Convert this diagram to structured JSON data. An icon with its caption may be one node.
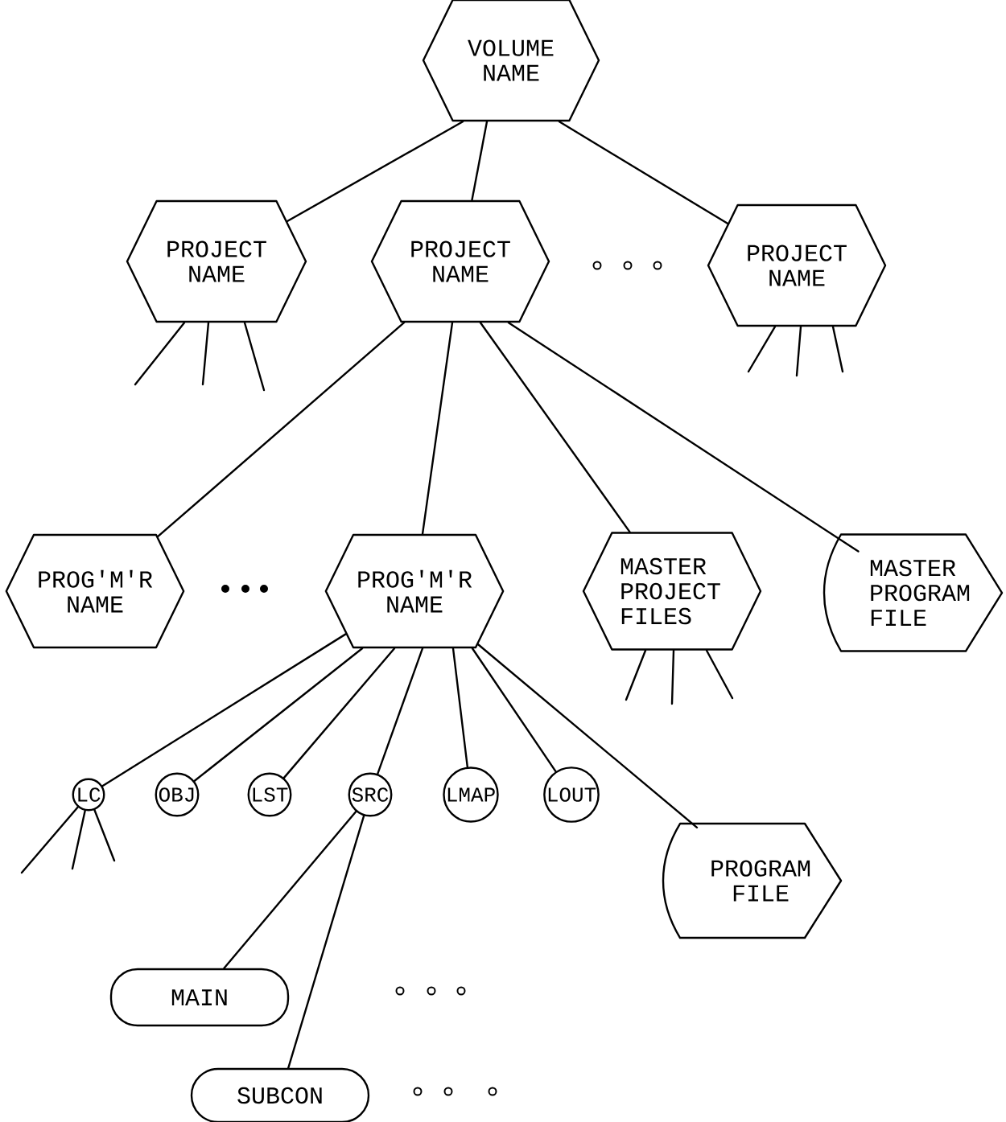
{
  "diagram": {
    "nodes": [
      {
        "text": [
          "VOLUME NAME"
        ]
      },
      {
        "text": [
          "PROJECT NAME"
        ]
      },
      {
        "text": [
          "PROJECT NAME"
        ]
      },
      {
        "text": [
          "PROJECT NAME"
        ]
      },
      {
        "text": [
          "PROG'M'R NAME"
        ]
      },
      {
        "text": [
          "PROG'M'R NAME"
        ]
      },
      {
        "text": [
          "MASTER PROJECT FILES"
        ]
      },
      {
        "text": [
          "MASTER PROGRAM FILE"
        ]
      },
      {
        "text": [
          "LC"
        ]
      },
      {
        "text": [
          "OBJ"
        ]
      },
      {
        "text": [
          "LST"
        ]
      },
      {
        "text": [
          "SRC"
        ]
      },
      {
        "text": [
          "LMAP"
        ]
      },
      {
        "text": [
          "LOUT"
        ]
      },
      {
        "text": [
          "PROGRAM FILE"
        ]
      },
      {
        "text": [
          "MAIN"
        ]
      },
      {
        "text": [
          "SUBCON"
        ]
      }
    ],
    "edges": [
      {
        "from": 0,
        "to": 1,
        "arrow": "none"
      },
      {
        "from": 0,
        "to": 2,
        "arrow": "none"
      },
      {
        "from": 0,
        "to": 3,
        "arrow": "none"
      },
      {
        "from": 1,
        "to": null,
        "arrow": "none"
      },
      {
        "from": 1,
        "to": null,
        "arrow": "none"
      },
      {
        "from": 1,
        "to": null,
        "arrow": "none"
      },
      {
        "from": 3,
        "to": null,
        "arrow": "none"
      },
      {
        "from": 3,
        "to": null,
        "arrow": "none"
      },
      {
        "from": 3,
        "to": null,
        "arrow": "none"
      },
      {
        "from": 2,
        "to": 4,
        "arrow": "none"
      },
      {
        "from": 2,
        "to": 5,
        "arrow": "none"
      },
      {
        "from": 2,
        "to": 6,
        "arrow": "none"
      },
      {
        "from": 2,
        "to": 7,
        "arrow": "none"
      },
      {
        "from": 6,
        "to": null,
        "arrow": "none"
      },
      {
        "from": 6,
        "to": null,
        "arrow": "none"
      },
      {
        "from": 6,
        "to": null,
        "arrow": "none"
      },
      {
        "from": 5,
        "to": 8,
        "arrow": "none"
      },
      {
        "from": 5,
        "to": 9,
        "arrow": "none"
      },
      {
        "from": 5,
        "to": 10,
        "arrow": "none"
      },
      {
        "from": 5,
        "to": 11,
        "arrow": "none"
      },
      {
        "from": 5,
        "to": 12,
        "arrow": "none"
      },
      {
        "from": 5,
        "to": 13,
        "arrow": "none"
      },
      {
        "from": 5,
        "to": 14,
        "arrow": "none"
      },
      {
        "from": 8,
        "to": null,
        "arrow": "none"
      },
      {
        "from": 8,
        "to": null,
        "arrow": "none"
      },
      {
        "from": 8,
        "to": null,
        "arrow": "none"
      },
      {
        "from": 11,
        "to": 15,
        "arrow": "none"
      },
      {
        "from": 11,
        "to": 16,
        "arrow": "none"
      }
    ]
  }
}
